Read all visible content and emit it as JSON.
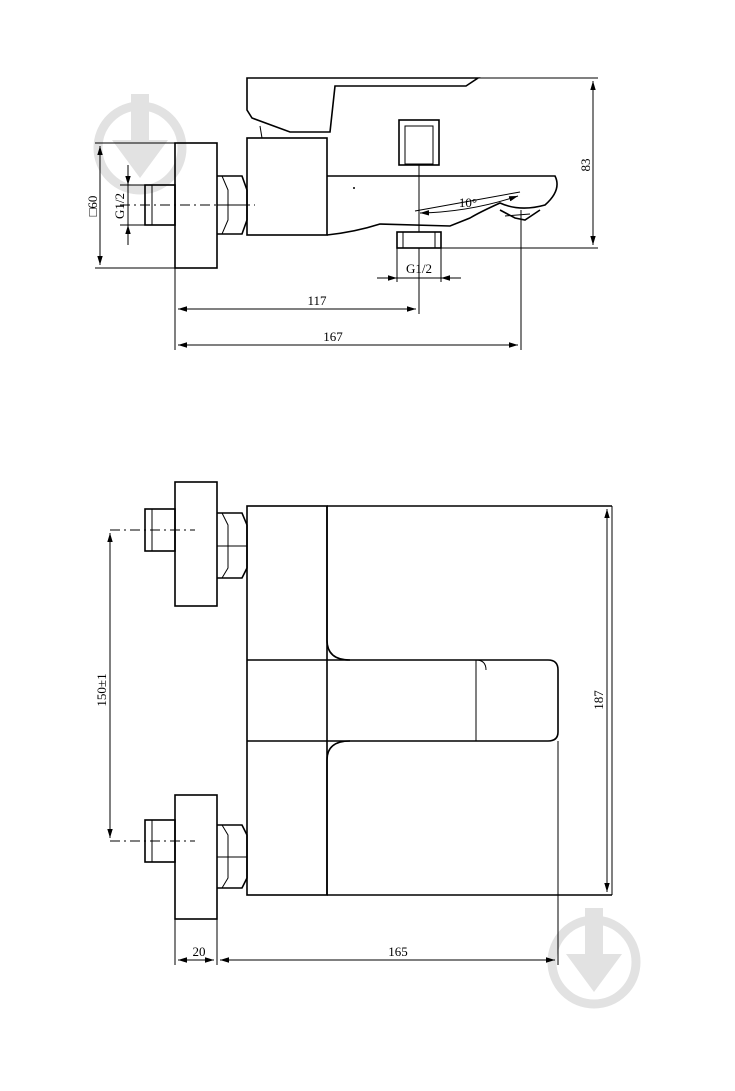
{
  "side_view": {
    "inlet_square": "□60",
    "inlet_thread": "G1/2",
    "outlet_thread": "G1/2",
    "spout_angle": "10°",
    "height": "83",
    "dim_inlet_to_outlet": "117",
    "dim_total_depth": "167"
  },
  "front_view": {
    "inlet_spacing": "150±1",
    "height": "187",
    "dim_flange": "20",
    "dim_body_width": "165"
  },
  "watermark": {
    "icon": "download-arrow-icon"
  }
}
